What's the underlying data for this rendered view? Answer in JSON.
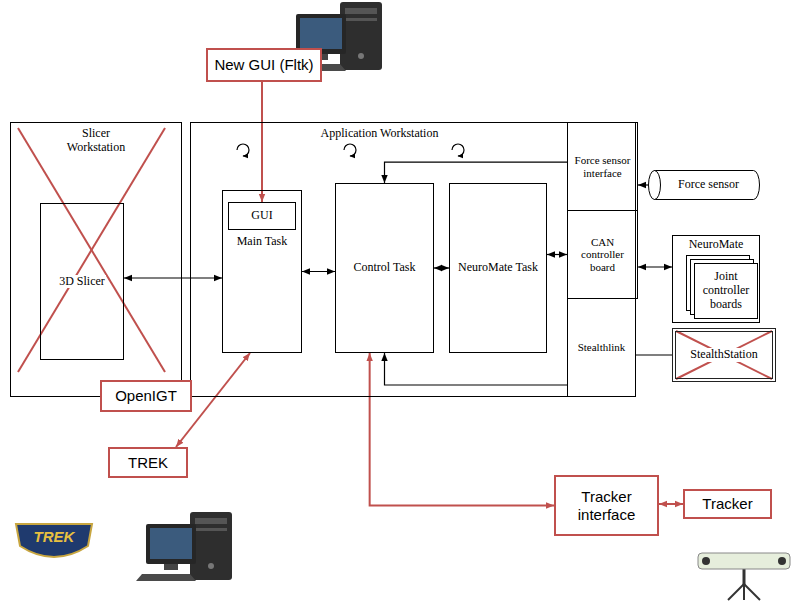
{
  "diagram": {
    "nodes": [
      {
        "text": [
          "New GUI (Fltk)"
        ]
      },
      {
        "text": [
          "Slicer Workstation"
        ]
      },
      {
        "text": [
          "3D Slicer"
        ],
        "in": 1
      },
      {
        "text": [
          "Application Workstation"
        ]
      },
      {
        "text": [
          "Main Task"
        ],
        "in": 3
      },
      {
        "text": [
          "GUI"
        ],
        "in": 4
      },
      {
        "text": [
          "Control Task"
        ],
        "in": 3
      },
      {
        "text": [
          "NeuroMate Task"
        ],
        "in": 3
      },
      {
        "text": [
          "Force sensor interface"
        ],
        "in": 3
      },
      {
        "text": [
          "CAN controller board"
        ],
        "in": 3
      },
      {
        "text": [
          "Stealthlink"
        ],
        "in": 3
      },
      {
        "text": [
          "Force sensor"
        ]
      },
      {
        "text": [
          "NeuroMate"
        ]
      },
      {
        "text": [
          "Joint controller boards"
        ],
        "in": 12
      },
      {
        "text": [
          "StealthStation"
        ]
      },
      {
        "text": [
          "OpenIGT"
        ]
      },
      {
        "text": [
          "TREK"
        ]
      },
      {
        "text": [
          "Tracker interface"
        ]
      },
      {
        "text": [
          "Tracker"
        ]
      }
    ],
    "edges": [
      {
        "from": 0,
        "to": 5,
        "arrow": "to"
      },
      {
        "from": 2,
        "to": 4,
        "arrow": "both"
      },
      {
        "from": 4,
        "to": 6,
        "arrow": "both"
      },
      {
        "from": 6,
        "to": 7,
        "arrow": "both"
      },
      {
        "from": 7,
        "to": 9,
        "arrow": "both"
      },
      {
        "from": 9,
        "to": 12,
        "arrow": "both"
      },
      {
        "from": 11,
        "to": 8,
        "arrow": "to"
      },
      {
        "from": 8,
        "to": 6,
        "arrow": "to"
      },
      {
        "from": 14,
        "to": 10,
        "arrow": "none"
      },
      {
        "from": 10,
        "to": 6,
        "arrow": "to"
      },
      {
        "from": 16,
        "to": 4,
        "arrow": "both"
      },
      {
        "from": 6,
        "to": 17,
        "arrow": "both"
      },
      {
        "from": 17,
        "to": 18,
        "arrow": "both"
      }
    ],
    "labels": [
      "TREK"
    ]
  }
}
